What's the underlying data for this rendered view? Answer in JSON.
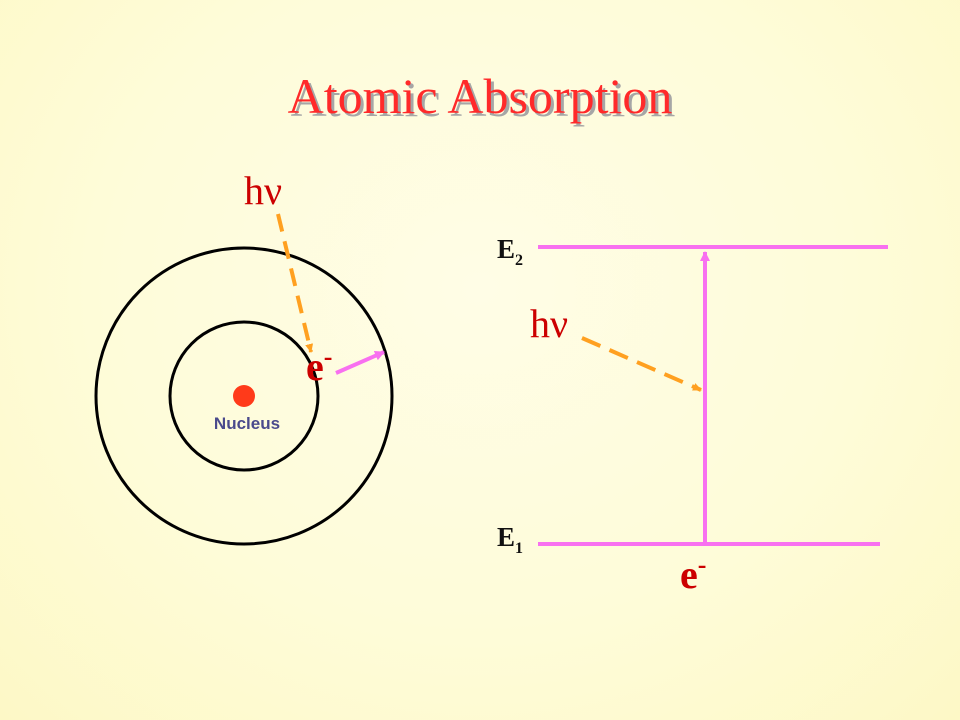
{
  "slide": {
    "title": "Atomic Absorption"
  },
  "atom_model": {
    "photon_label": "hν",
    "electron_label": "e",
    "electron_charge": "-",
    "nucleus_label": "Nucleus"
  },
  "energy_diagram": {
    "upper_level_symbol": "E",
    "upper_level_subscript": "2",
    "lower_level_symbol": "E",
    "lower_level_subscript": "1",
    "photon_label": "hν",
    "electron_label": "e",
    "electron_charge": "-"
  },
  "colors": {
    "title": "#ff2a2a",
    "photon_text": "#cc0000",
    "photon_arrow": "#ffa020",
    "transition": "#f870f0",
    "nucleus": "#ff3a1a",
    "nucleus_label": "#4a4a8c",
    "orbit": "#000000"
  }
}
